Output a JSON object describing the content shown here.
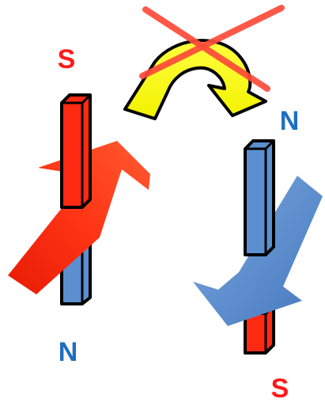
{
  "labels": {
    "left_top": "S",
    "left_bottom": "N",
    "right_top": "N",
    "right_bottom": "S"
  },
  "colors": {
    "south_pole": "#ff2a12",
    "north_pole": "#5b8fd0",
    "south_label": "#ff1a1a",
    "north_label": "#1f6fc0",
    "left_arrow": "#ff2b0f",
    "right_arrow": "#5c8fd0",
    "flip_arrow": "#ffff00",
    "cross": "#ff4a3a"
  },
  "icons": {
    "flip_arrow": "curved-arrow-icon",
    "forbidden_mark": "cross-out-icon"
  }
}
